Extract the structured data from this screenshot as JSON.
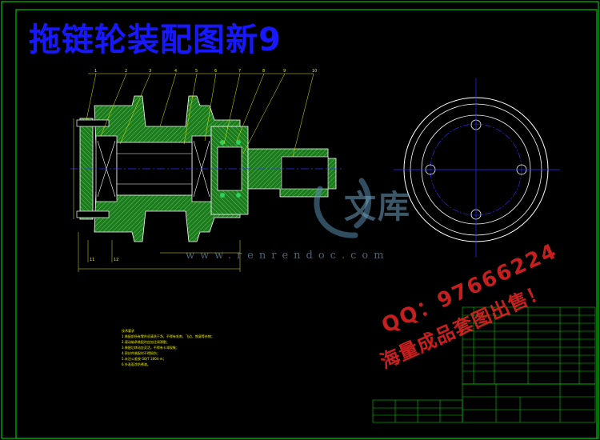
{
  "drawing": {
    "title": "拖链轮装配图新9",
    "part_numbers": [
      "1",
      "2",
      "3",
      "4",
      "5",
      "6",
      "7",
      "8",
      "9",
      "10",
      "11",
      "12"
    ],
    "notes_heading": "技术要求",
    "notes_lines": [
      "1.装配前所有零件须清洗干净，不得有毛刺、飞边、铁屑等杂物；",
      "2.滚动轴承装配时应加注润滑脂；",
      "3.装配后转动应灵活，不得有卡滞现象；",
      "4.密封件装配时不得损伤；",
      "5.未注公差按 GB/T 1804-m；",
      "6.外表面涂防锈漆。"
    ]
  },
  "watermark": {
    "brand": "文库",
    "url": "www.renrendoc.com"
  },
  "promo": {
    "line1": "QQ：97666224",
    "line2": "海量成品套图出售！"
  },
  "colors": {
    "frame": "#00c000",
    "title": "#1818ff",
    "hatch": "#3aa83a",
    "dimension": "#e8e800",
    "outline": "#ffffff",
    "centerline": "#3030ff",
    "titleblock": "#00d000"
  }
}
